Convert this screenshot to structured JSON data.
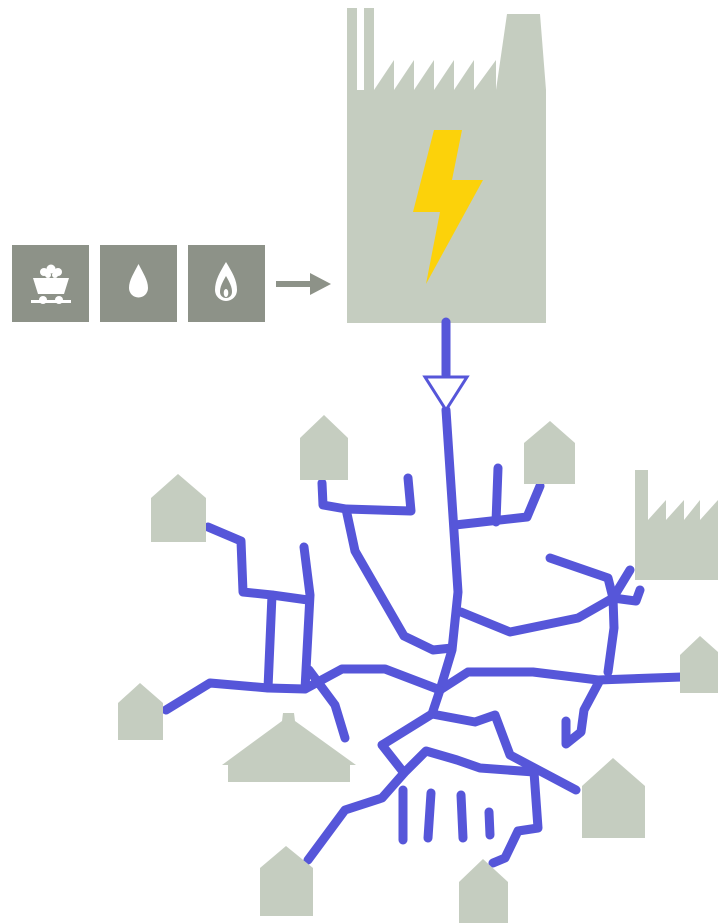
{
  "diagram": {
    "colors": {
      "background": "#ffffff",
      "building": "#c5cdc0",
      "fuel_tile": "#8d9288",
      "fuel_icon": "#ffffff",
      "arrow": "#8d9288",
      "grid_line": "#5656d9",
      "bolt": "#fcd20a"
    },
    "fuel_inputs": [
      {
        "name": "coal",
        "icon": "mine-cart-icon"
      },
      {
        "name": "oil",
        "icon": "oil-drop-icon"
      },
      {
        "name": "gas",
        "icon": "gas-flame-icon"
      }
    ],
    "power_plant": {
      "icon": "lightning-bolt-icon"
    },
    "consumers": [
      "house-icon",
      "house-icon",
      "house-icon",
      "house-icon",
      "factory-icon",
      "house-icon",
      "house-icon",
      "large-building-icon",
      "house-icon",
      "house-icon",
      "house-icon"
    ]
  }
}
